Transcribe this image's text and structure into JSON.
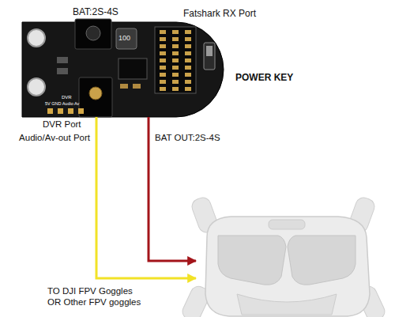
{
  "diagram": {
    "labels": [
      "BAT:2S-4S",
      "Fatshark RX Port",
      "100",
      "POWER KEY",
      "DVR",
      "5V GND Audio Av",
      "DVR Port",
      "Audio/Av-out Port",
      "BAT OUT:2S-4S",
      "TO DJI FPV Goggles OR Other FPV goggles"
    ]
  }
}
